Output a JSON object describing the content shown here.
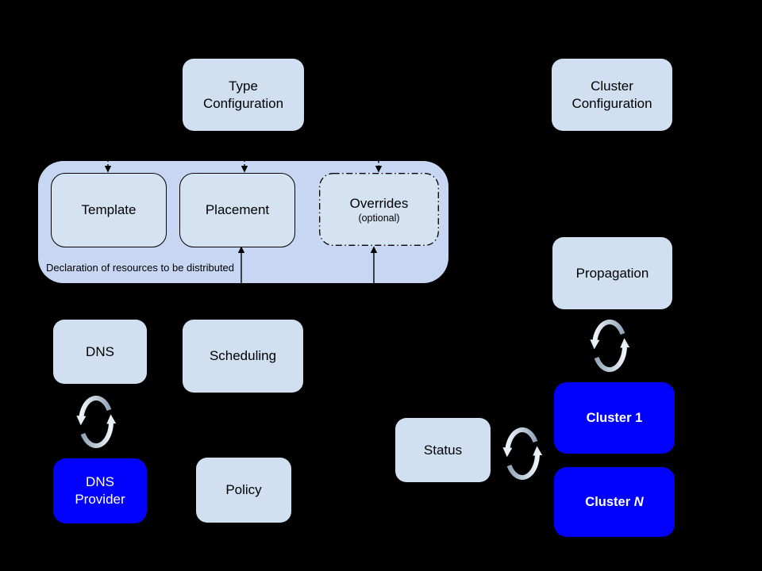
{
  "canvas": {
    "background": "#000000"
  },
  "colors": {
    "container_fill": "#c7d6f3",
    "light_box_fill": "#d0e0f1",
    "inner_box_fill": "#d5e2f1",
    "blue_box_fill": "#0202fc",
    "box_border": "#000000",
    "text_dark": "#000000",
    "text_light": "#ffffff",
    "sync_icon_light": "#e9f1f8",
    "sync_icon_dark": "#93a6b9"
  },
  "nodes": {
    "type_configuration": {
      "label": "Type\nConfiguration"
    },
    "cluster_configuration": {
      "label": "Cluster\nConfiguration"
    },
    "template": {
      "label": "Template"
    },
    "placement": {
      "label": "Placement"
    },
    "overrides": {
      "label": "Overrides",
      "sublabel": "(optional)"
    },
    "declaration_caption": "Declaration of resources to be distributed",
    "dns": {
      "label": "DNS"
    },
    "scheduling": {
      "label": "Scheduling"
    },
    "dns_provider": {
      "label": "DNS\nProvider"
    },
    "policy": {
      "label": "Policy"
    },
    "propagation": {
      "label": "Propagation"
    },
    "status": {
      "label": "Status"
    },
    "cluster_1": {
      "prefix": "Cluster",
      "suffix": "1"
    },
    "cluster_n": {
      "prefix": "Cluster",
      "suffix": "N"
    }
  },
  "edges": [
    {
      "to": "template",
      "direction": "down",
      "style": "dashed"
    },
    {
      "to": "placement",
      "direction": "down",
      "style": "dashed"
    },
    {
      "to": "overrides",
      "direction": "down",
      "style": "dash-dot"
    },
    {
      "to": "placement",
      "direction": "up",
      "style": "solid"
    },
    {
      "to": "overrides",
      "direction": "up",
      "style": "solid"
    }
  ],
  "sync_pairs": [
    "dns - dns_provider",
    "propagation - cluster_1",
    "status - clusters"
  ]
}
